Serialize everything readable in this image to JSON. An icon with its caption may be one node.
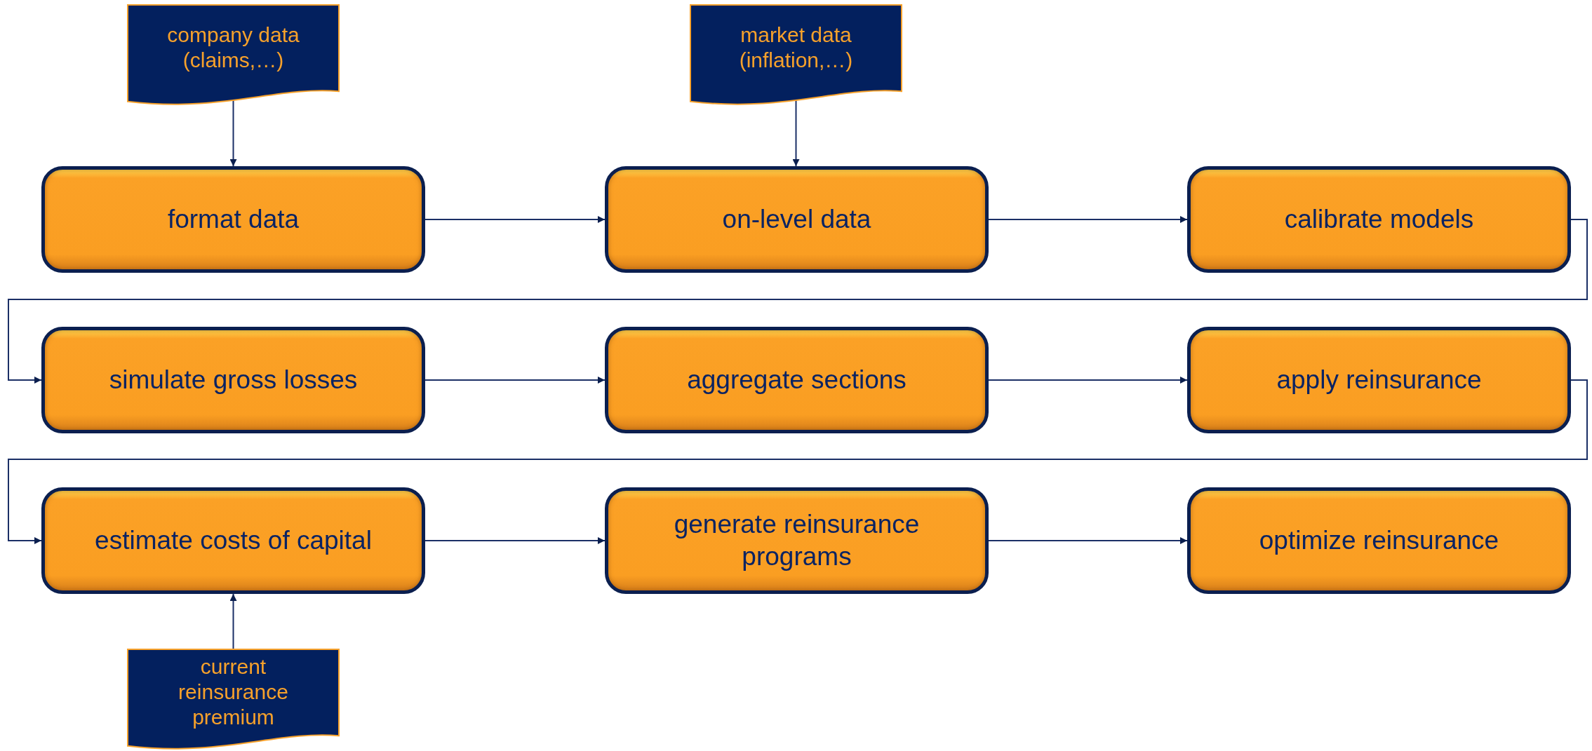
{
  "diagram": {
    "nodes": [
      {
        "text": [
          "company data (claims,…)"
        ]
      },
      {
        "text": [
          "market data (inflation,…)"
        ]
      },
      {
        "text": [
          "format data"
        ]
      },
      {
        "text": [
          "on-level data"
        ]
      },
      {
        "text": [
          "calibrate models"
        ]
      },
      {
        "text": [
          "simulate gross losses"
        ]
      },
      {
        "text": [
          "aggregate sections"
        ]
      },
      {
        "text": [
          "apply reinsurance"
        ]
      },
      {
        "text": [
          "estimate costs of capital"
        ]
      },
      {
        "text": [
          "generate reinsurance programs"
        ]
      },
      {
        "text": [
          "optimize reinsurance"
        ]
      },
      {
        "text": [
          "current reinsurance premium"
        ]
      }
    ],
    "edges": [
      {
        "from": 0,
        "to": 2,
        "arrow": "to"
      },
      {
        "from": 1,
        "to": 3,
        "arrow": "to"
      },
      {
        "from": 2,
        "to": 3,
        "arrow": "to"
      },
      {
        "from": 3,
        "to": 4,
        "arrow": "to"
      },
      {
        "from": 4,
        "to": 5,
        "arrow": "to"
      },
      {
        "from": 5,
        "to": 6,
        "arrow": "to"
      },
      {
        "from": 6,
        "to": 7,
        "arrow": "to"
      },
      {
        "from": 7,
        "to": 8,
        "arrow": "to"
      },
      {
        "from": 8,
        "to": 9,
        "arrow": "to"
      },
      {
        "from": 9,
        "to": 10,
        "arrow": "to"
      },
      {
        "from": 11,
        "to": 8,
        "arrow": "to"
      }
    ]
  }
}
